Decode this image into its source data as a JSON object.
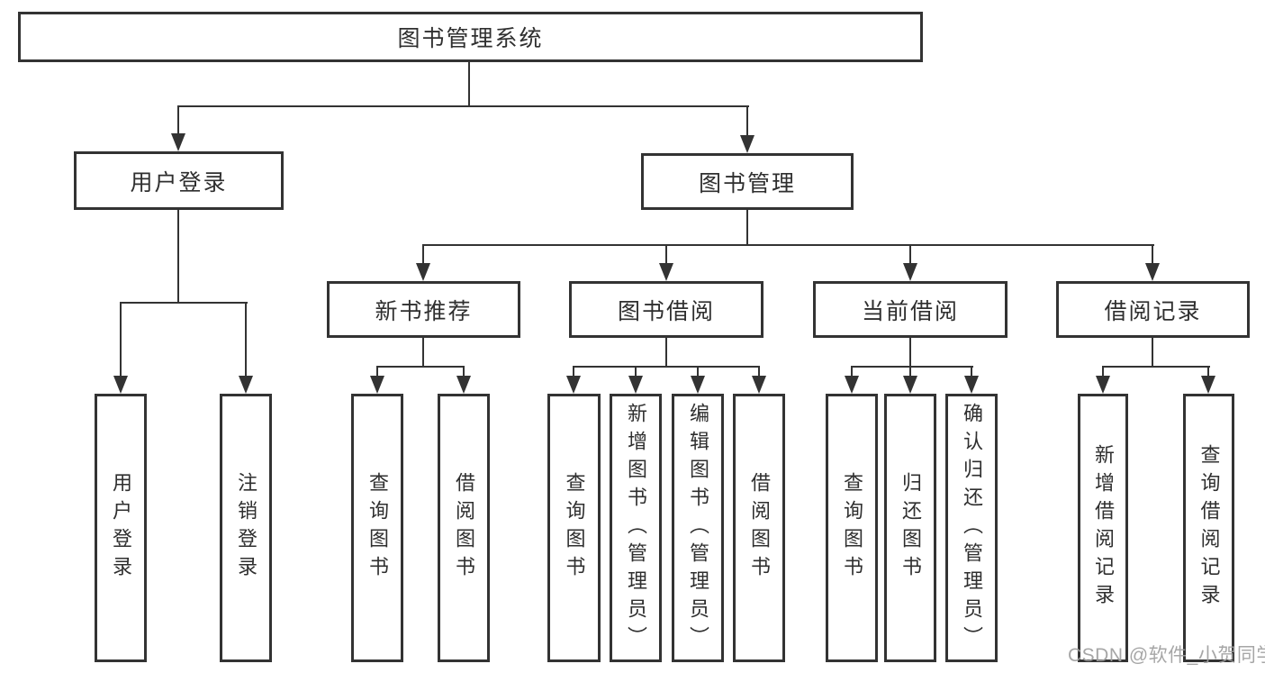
{
  "diagram": {
    "type": "tree-structure-diagram",
    "colors": {
      "background": "#ffffff",
      "box_border": "#333333",
      "line": "#333333",
      "text": "#2f2f2f",
      "watermark": "#9e9e9e"
    },
    "root": {
      "label": "图书管理系统"
    },
    "branches": [
      {
        "label": "用户登录",
        "children": [
          {
            "label": "用户登录"
          },
          {
            "label": "注销登录"
          }
        ]
      },
      {
        "label": "图书管理",
        "children": [
          {
            "label": "新书推荐",
            "children": [
              {
                "label": "查询图书"
              },
              {
                "label": "借阅图书"
              }
            ]
          },
          {
            "label": "图书借阅",
            "children": [
              {
                "label": "查询图书"
              },
              {
                "label": "新增图书（管理员）"
              },
              {
                "label": "编辑图书（管理员）"
              },
              {
                "label": "借阅图书"
              }
            ]
          },
          {
            "label": "当前借阅",
            "children": [
              {
                "label": "查询图书"
              },
              {
                "label": "归还图书"
              },
              {
                "label": "确认归还（管理员）"
              }
            ]
          },
          {
            "label": "借阅记录",
            "children": [
              {
                "label": "新增借阅记录"
              },
              {
                "label": "查询借阅记录"
              }
            ]
          }
        ]
      }
    ],
    "watermark": "CSDN @软件_小贺同学"
  }
}
